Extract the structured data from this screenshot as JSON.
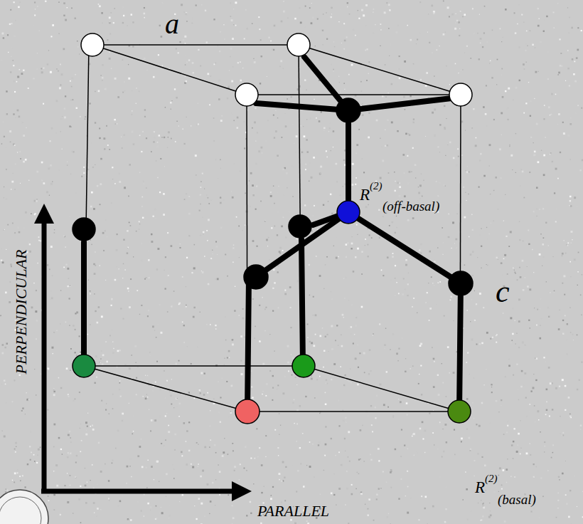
{
  "diagram": {
    "labels": [
      "a",
      "c",
      "PERPENDICULAR",
      "PARALLEL",
      "R",
      "(2)",
      "(off-basal)",
      "R",
      "(2)",
      "(basal)"
    ]
  }
}
